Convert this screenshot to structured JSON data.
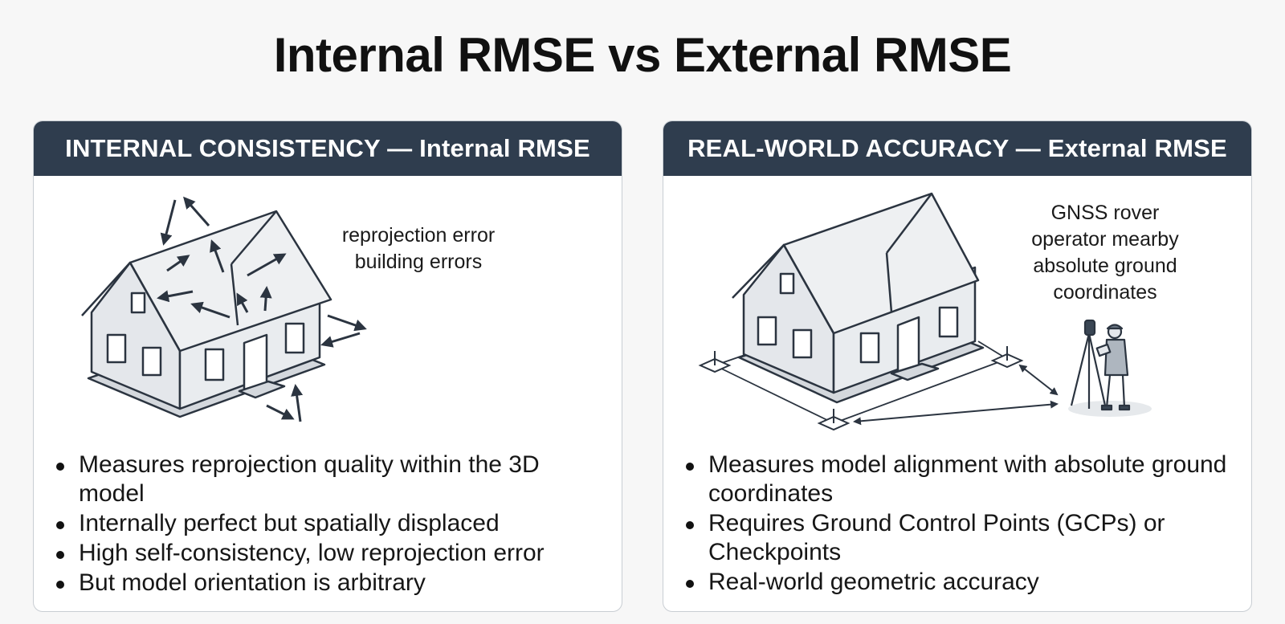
{
  "title": "Internal RMSE vs External RMSE",
  "left_panel": {
    "header": "INTERNAL CONSISTENCY — Internal RMSE",
    "note_lines": [
      "reprojection error",
      "building errors"
    ],
    "bullets": [
      "Measures reprojection quality within the 3D model",
      "Internally perfect but spatially displaced",
      "High self-consistency, low reprojection error",
      "But model orientation is arbitrary"
    ]
  },
  "right_panel": {
    "header": "REAL-WORLD ACCURACY — External RMSE",
    "note_lines": [
      "GNSS rover",
      "operator mearby",
      "absolute ground",
      "coordinates"
    ],
    "bullets": [
      "Measures model alignment with absolute ground coordinates",
      "Requires Ground Control Points (GCPs) or Checkpoints",
      "Real-world geometric accuracy"
    ]
  },
  "colors": {
    "header_bg": "#2f3d4e",
    "line": "#2b3440",
    "house_wall": "#e4e7eb",
    "house_roof": "#eef0f2"
  },
  "icons": [
    "house-icon",
    "error-arrow-icon",
    "gcp-marker-icon",
    "surveyor-icon",
    "tripod-icon"
  ]
}
